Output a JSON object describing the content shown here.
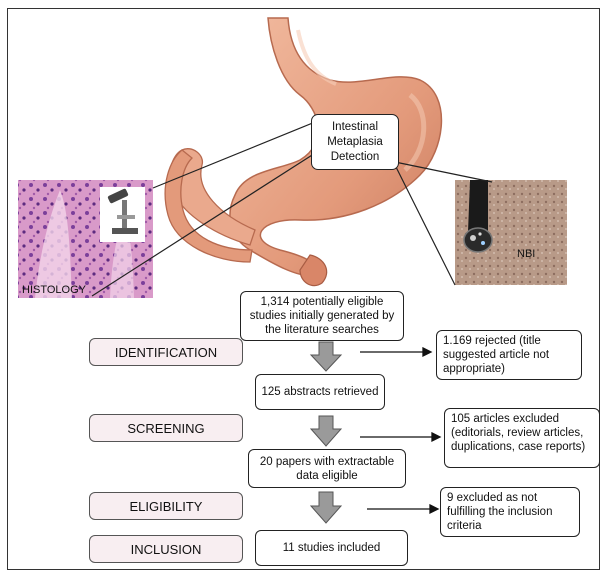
{
  "illustration": {
    "im_detection_label": "Intestinal Metaplasia Detection",
    "histology_label": "HISTOLOGY",
    "nbi_label": "NBI"
  },
  "stages": {
    "identification": "IDENTIFICATION",
    "screening": "SCREENING",
    "eligibility": "ELIGIBILITY",
    "inclusion": "INCLUSION"
  },
  "flow": {
    "initial": "1,314 potentially eligible studies initially generated by the literature searches",
    "abstracts": "125 abstracts retrieved",
    "papers": "20 papers with extractable data eligible",
    "included": "11 studies included"
  },
  "exclusions": {
    "rejected": "1.169 rejected (title suggested article not appropriate)",
    "excluded_articles": "105 articles excluded (editorials, review articles, duplications, case reports)",
    "excluded_criteria": "9 excluded as not fulfilling the inclusion criteria"
  },
  "colors": {
    "stomach": "#e7a384",
    "stomach_dark": "#c9765a",
    "stage_fill": "#f8eef1",
    "arrow_fill": "#9a9a9a"
  }
}
